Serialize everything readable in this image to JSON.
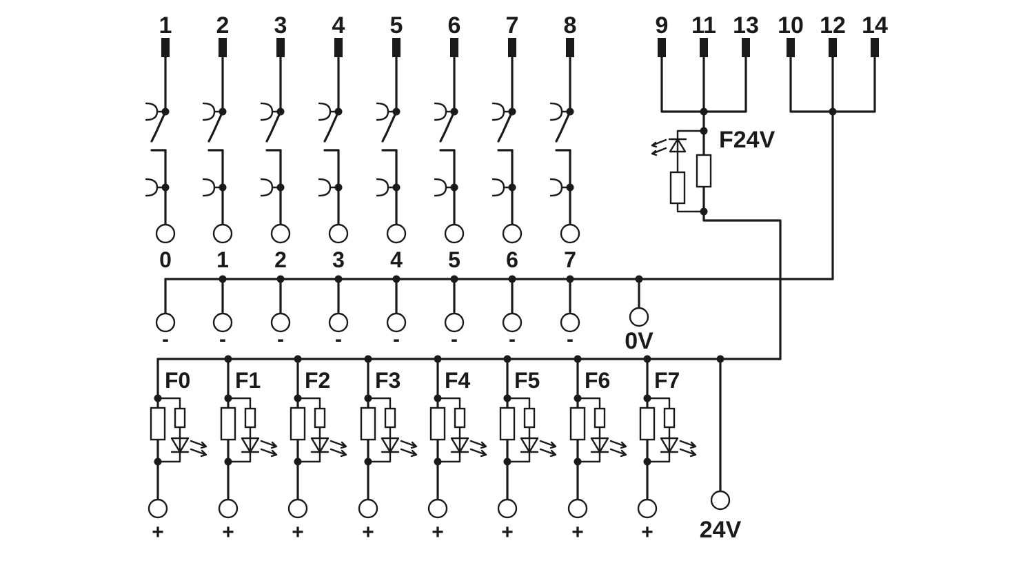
{
  "diagram": {
    "input_pins": [
      "1",
      "2",
      "3",
      "4",
      "5",
      "6",
      "7",
      "8"
    ],
    "group_a_pins": [
      "9",
      "11",
      "13"
    ],
    "group_b_pins": [
      "10",
      "12",
      "14"
    ],
    "channel_labels": [
      "0",
      "1",
      "2",
      "3",
      "4",
      "5",
      "6",
      "7"
    ],
    "minus_labels": [
      "-",
      "-",
      "-",
      "-",
      "-",
      "-",
      "-",
      "-"
    ],
    "zero_volt_label": "0V",
    "supply_fuse_label": "F24V",
    "fuse_labels": [
      "F0",
      "F1",
      "F2",
      "F3",
      "F4",
      "F5",
      "F6",
      "F7"
    ],
    "plus_labels": [
      "+",
      "+",
      "+",
      "+",
      "+",
      "+",
      "+",
      "+"
    ],
    "supply_label": "24V"
  }
}
